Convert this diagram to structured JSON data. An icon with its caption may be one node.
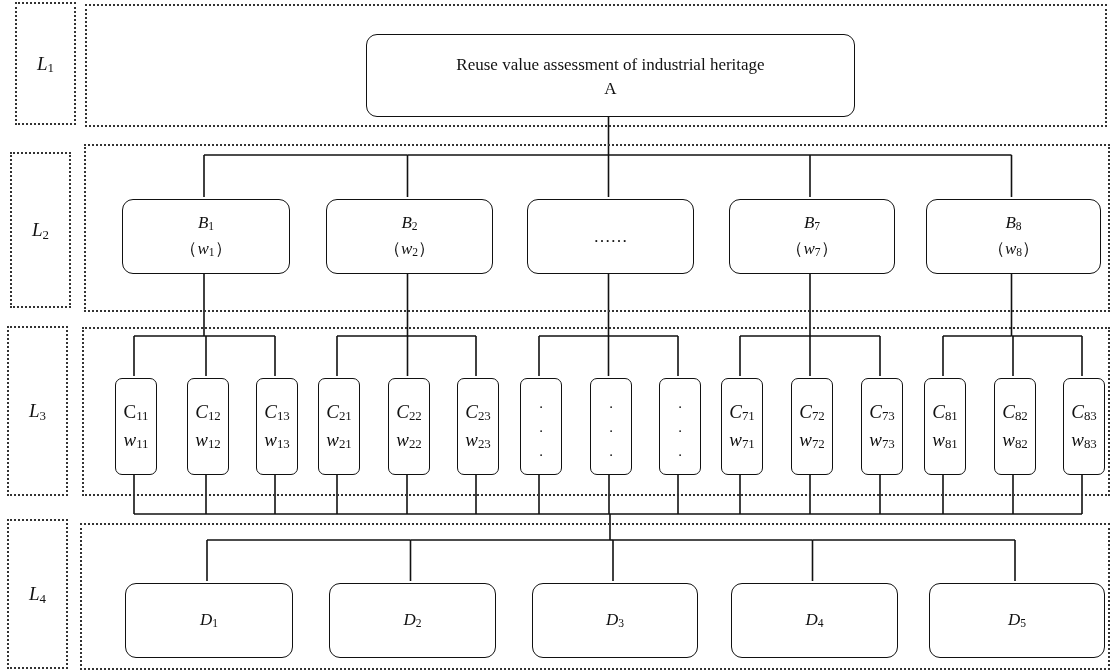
{
  "diagram": {
    "nodes": [
      {
        "text": [
          "*L*$_{1}$"
        ]
      },
      {
        "text": [],
        "shape": "box"
      },
      {
        "text": [
          "Reuse value assessment of industrial heritage",
          "A"
        ],
        "in": 1
      },
      {
        "text": [
          "*L*$_{2}$"
        ]
      },
      {
        "text": [],
        "shape": "box"
      },
      {
        "text": [
          "*B*$_{1}$",
          "（*w*$_{1}$）"
        ],
        "in": 4
      },
      {
        "text": [
          "*B*$_{2}$",
          "（*w*$_{2}$）"
        ],
        "in": 4
      },
      {
        "text": [
          "……"
        ],
        "in": 4
      },
      {
        "text": [
          "*B*$_{7}$",
          "（*w*$_{7}$）"
        ],
        "in": 4
      },
      {
        "text": [
          "*B*$_{8}$",
          "（*w*$_{8}$）"
        ],
        "in": 4
      },
      {
        "text": [
          "*L*$_{3}$"
        ]
      },
      {
        "text": [],
        "shape": "box"
      },
      {
        "text": [
          "C$_{11}$",
          "*w*$_{11}$"
        ],
        "in": 11
      },
      {
        "text": [
          "*C*$_{12}$",
          "*w*$_{12}$"
        ],
        "in": 11
      },
      {
        "text": [
          "*C*$_{13}$",
          "*w*$_{13}$"
        ],
        "in": 11
      },
      {
        "text": [
          "*C*$_{21}$",
          "*w*$_{21}$"
        ],
        "in": 11
      },
      {
        "text": [
          "*C*$_{22}$",
          "*w*$_{22}$"
        ],
        "in": 11
      },
      {
        "text": [
          "*C*$_{23}$",
          "*w*$_{23}$"
        ],
        "in": 11
      },
      {
        "text": [
          ". . ."
        ],
        "in": 11
      },
      {
        "text": [
          ". . ."
        ],
        "in": 11
      },
      {
        "text": [
          ". . ."
        ],
        "in": 11
      },
      {
        "text": [
          "*C*$_{71}$",
          "*w*$_{71}$"
        ],
        "in": 11
      },
      {
        "text": [
          "*C*$_{72}$",
          "*w*$_{72}$"
        ],
        "in": 11
      },
      {
        "text": [
          "*C*$_{73}$",
          "*w*$_{73}$"
        ],
        "in": 11
      },
      {
        "text": [
          "*C*$_{81}$",
          "*w*$_{81}$"
        ],
        "in": 11
      },
      {
        "text": [
          "*C*$_{82}$",
          "*w*$_{82}$"
        ],
        "in": 11
      },
      {
        "text": [
          "*C*$_{83}$",
          "*w*$_{83}$"
        ],
        "in": 11
      },
      {
        "text": [
          "*L*$_{4}$"
        ]
      },
      {
        "text": [],
        "shape": "box"
      },
      {
        "text": [
          "*D*$_{1}$"
        ],
        "in": 28
      },
      {
        "text": [
          "*D*$_{2}$"
        ],
        "in": 28
      },
      {
        "text": [
          "*D*$_{3}$"
        ],
        "in": 28
      },
      {
        "text": [
          "*D*$_{4}$"
        ],
        "in": 28
      },
      {
        "text": [
          "*D*$_{5}$"
        ],
        "in": 28
      }
    ],
    "edges": [
      {
        "from": 2,
        "to": 5,
        "arrow": "none"
      },
      {
        "from": 2,
        "to": 6,
        "arrow": "none"
      },
      {
        "from": 2,
        "to": 7,
        "arrow": "none"
      },
      {
        "from": 2,
        "to": 8,
        "arrow": "none"
      },
      {
        "from": 2,
        "to": 9,
        "arrow": "none"
      },
      {
        "from": 5,
        "to": 12,
        "arrow": "none"
      },
      {
        "from": 5,
        "to": 13,
        "arrow": "none"
      },
      {
        "from": 5,
        "to": 14,
        "arrow": "none"
      },
      {
        "from": 6,
        "to": 15,
        "arrow": "none"
      },
      {
        "from": 6,
        "to": 16,
        "arrow": "none"
      },
      {
        "from": 6,
        "to": 17,
        "arrow": "none"
      },
      {
        "from": 7,
        "to": 18,
        "arrow": "none"
      },
      {
        "from": 7,
        "to": 19,
        "arrow": "none"
      },
      {
        "from": 7,
        "to": 20,
        "arrow": "none"
      },
      {
        "from": 8,
        "to": 21,
        "arrow": "none"
      },
      {
        "from": 8,
        "to": 22,
        "arrow": "none"
      },
      {
        "from": 8,
        "to": 23,
        "arrow": "none"
      },
      {
        "from": 9,
        "to": 24,
        "arrow": "none"
      },
      {
        "from": 9,
        "to": 25,
        "arrow": "none"
      },
      {
        "from": 9,
        "to": 26,
        "arrow": "none"
      },
      {
        "from": 12,
        "to": 29,
        "arrow": "none"
      },
      {
        "from": 12,
        "to": 30,
        "arrow": "none"
      },
      {
        "from": 12,
        "to": 31,
        "arrow": "none"
      },
      {
        "from": 12,
        "to": 32,
        "arrow": "none"
      },
      {
        "from": 12,
        "to": 33,
        "arrow": "none"
      },
      {
        "from": 13,
        "to": 29,
        "arrow": "none"
      },
      {
        "from": 13,
        "to": 30,
        "arrow": "none"
      },
      {
        "from": 13,
        "to": 31,
        "arrow": "none"
      },
      {
        "from": 13,
        "to": 32,
        "arrow": "none"
      },
      {
        "from": 13,
        "to": 33,
        "arrow": "none"
      },
      {
        "from": 14,
        "to": 29,
        "arrow": "none"
      },
      {
        "from": 14,
        "to": 30,
        "arrow": "none"
      },
      {
        "from": 14,
        "to": 31,
        "arrow": "none"
      },
      {
        "from": 14,
        "to": 32,
        "arrow": "none"
      },
      {
        "from": 14,
        "to": 33,
        "arrow": "none"
      },
      {
        "from": 15,
        "to": 29,
        "arrow": "none"
      },
      {
        "from": 15,
        "to": 30,
        "arrow": "none"
      },
      {
        "from": 15,
        "to": 31,
        "arrow": "none"
      },
      {
        "from": 15,
        "to": 32,
        "arrow": "none"
      },
      {
        "from": 15,
        "to": 33,
        "arrow": "none"
      },
      {
        "from": 16,
        "to": 29,
        "arrow": "none"
      },
      {
        "from": 16,
        "to": 30,
        "arrow": "none"
      },
      {
        "from": 16,
        "to": 31,
        "arrow": "none"
      },
      {
        "from": 16,
        "to": 32,
        "arrow": "none"
      },
      {
        "from": 16,
        "to": 33,
        "arrow": "none"
      },
      {
        "from": 17,
        "to": 29,
        "arrow": "none"
      },
      {
        "from": 17,
        "to": 30,
        "arrow": "none"
      },
      {
        "from": 17,
        "to": 31,
        "arrow": "none"
      },
      {
        "from": 17,
        "to": 32,
        "arrow": "none"
      },
      {
        "from": 17,
        "to": 33,
        "arrow": "none"
      },
      {
        "from": 18,
        "to": 29,
        "arrow": "none"
      },
      {
        "from": 18,
        "to": 30,
        "arrow": "none"
      },
      {
        "from": 18,
        "to": 31,
        "arrow": "none"
      },
      {
        "from": 18,
        "to": 32,
        "arrow": "none"
      },
      {
        "from": 18,
        "to": 33,
        "arrow": "none"
      },
      {
        "from": 19,
        "to": 29,
        "arrow": "none"
      },
      {
        "from": 19,
        "to": 30,
        "arrow": "none"
      },
      {
        "from": 19,
        "to": 31,
        "arrow": "none"
      },
      {
        "from": 19,
        "to": 32,
        "arrow": "none"
      },
      {
        "from": 19,
        "to": 33,
        "arrow": "none"
      },
      {
        "from": 20,
        "to": 29,
        "arrow": "none"
      },
      {
        "from": 20,
        "to": 30,
        "arrow": "none"
      },
      {
        "from": 20,
        "to": 31,
        "arrow": "none"
      },
      {
        "from": 20,
        "to": 32,
        "arrow": "none"
      },
      {
        "from": 20,
        "to": 33,
        "arrow": "none"
      },
      {
        "from": 21,
        "to": 29,
        "arrow": "none"
      },
      {
        "from": 21,
        "to": 30,
        "arrow": "none"
      },
      {
        "from": 21,
        "to": 31,
        "arrow": "none"
      },
      {
        "from": 21,
        "to": 32,
        "arrow": "none"
      },
      {
        "from": 21,
        "to": 33,
        "arrow": "none"
      },
      {
        "from": 22,
        "to": 29,
        "arrow": "none"
      },
      {
        "from": 22,
        "to": 30,
        "arrow": "none"
      },
      {
        "from": 22,
        "to": 31,
        "arrow": "none"
      },
      {
        "from": 22,
        "to": 32,
        "arrow": "none"
      },
      {
        "from": 22,
        "to": 33,
        "arrow": "none"
      },
      {
        "from": 23,
        "to": 29,
        "arrow": "none"
      },
      {
        "from": 23,
        "to": 30,
        "arrow": "none"
      },
      {
        "from": 23,
        "to": 31,
        "arrow": "none"
      },
      {
        "from": 23,
        "to": 32,
        "arrow": "none"
      },
      {
        "from": 23,
        "to": 33,
        "arrow": "none"
      },
      {
        "from": 24,
        "to": 29,
        "arrow": "none"
      },
      {
        "from": 24,
        "to": 30,
        "arrow": "none"
      },
      {
        "from": 24,
        "to": 31,
        "arrow": "none"
      },
      {
        "from": 24,
        "to": 32,
        "arrow": "none"
      },
      {
        "from": 24,
        "to": 33,
        "arrow": "none"
      },
      {
        "from": 25,
        "to": 29,
        "arrow": "none"
      },
      {
        "from": 25,
        "to": 30,
        "arrow": "none"
      },
      {
        "from": 25,
        "to": 31,
        "arrow": "none"
      },
      {
        "from": 25,
        "to": 32,
        "arrow": "none"
      },
      {
        "from": 25,
        "to": 33,
        "arrow": "none"
      },
      {
        "from": 26,
        "to": 29,
        "arrow": "none"
      },
      {
        "from": 26,
        "to": 30,
        "arrow": "none"
      },
      {
        "from": 26,
        "to": 31,
        "arrow": "none"
      },
      {
        "from": 26,
        "to": 32,
        "arrow": "none"
      },
      {
        "from": 26,
        "to": 33,
        "arrow": "none"
      }
    ]
  }
}
